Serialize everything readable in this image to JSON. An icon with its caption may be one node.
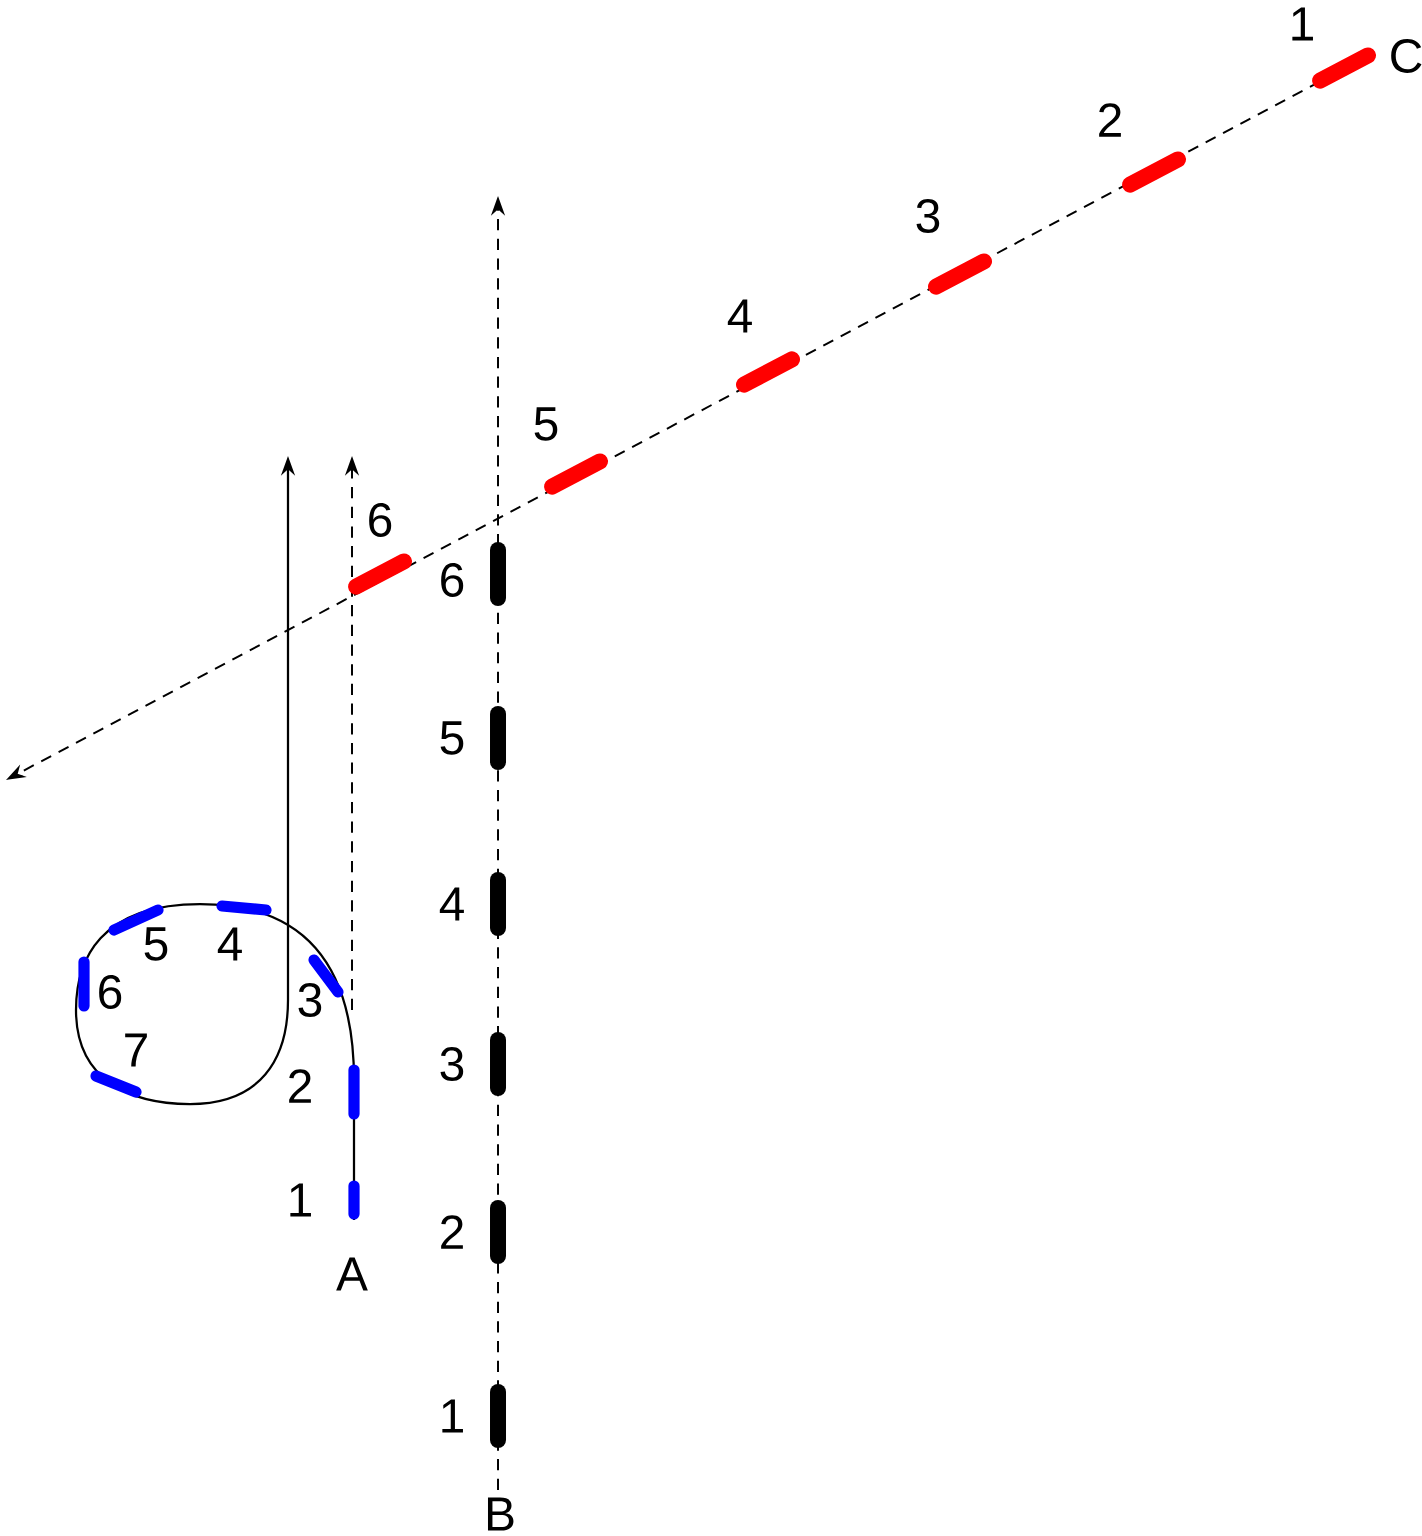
{
  "diagram": {
    "labels": [
      "1",
      "C",
      "2",
      "3",
      "4",
      "5",
      "6",
      "6",
      "5",
      "4",
      "5",
      "4",
      "6",
      "3",
      "7",
      "3",
      "2",
      "1",
      "2",
      "A",
      "1",
      "B"
    ]
  }
}
